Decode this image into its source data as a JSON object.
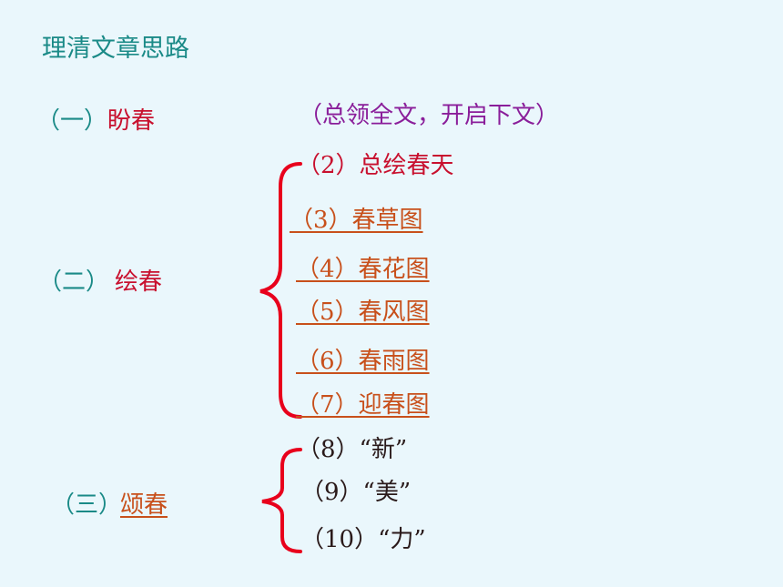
{
  "title": "理清文章思路",
  "section1": {
    "number": "（一）",
    "name": "盼春",
    "note": "（总领全文，开启下文）"
  },
  "section2": {
    "number": "（二）",
    "name": "绘春",
    "items": [
      "（2）总绘春天",
      "（3）春草图",
      "（4）春花图",
      "（5）春风图",
      "（6）春雨图",
      "（7）迎春图"
    ]
  },
  "section3": {
    "number": "（三）",
    "name": "颂春",
    "items": [
      "（8）“新”",
      "（9）“美”",
      "（10）“力”"
    ]
  },
  "colors": {
    "background": "#eaf7fc",
    "teal": "#1a8a87",
    "red": "#c8102e",
    "purple": "#8a1e9a",
    "orange": "#c8501b",
    "brace": "#e8001c"
  }
}
